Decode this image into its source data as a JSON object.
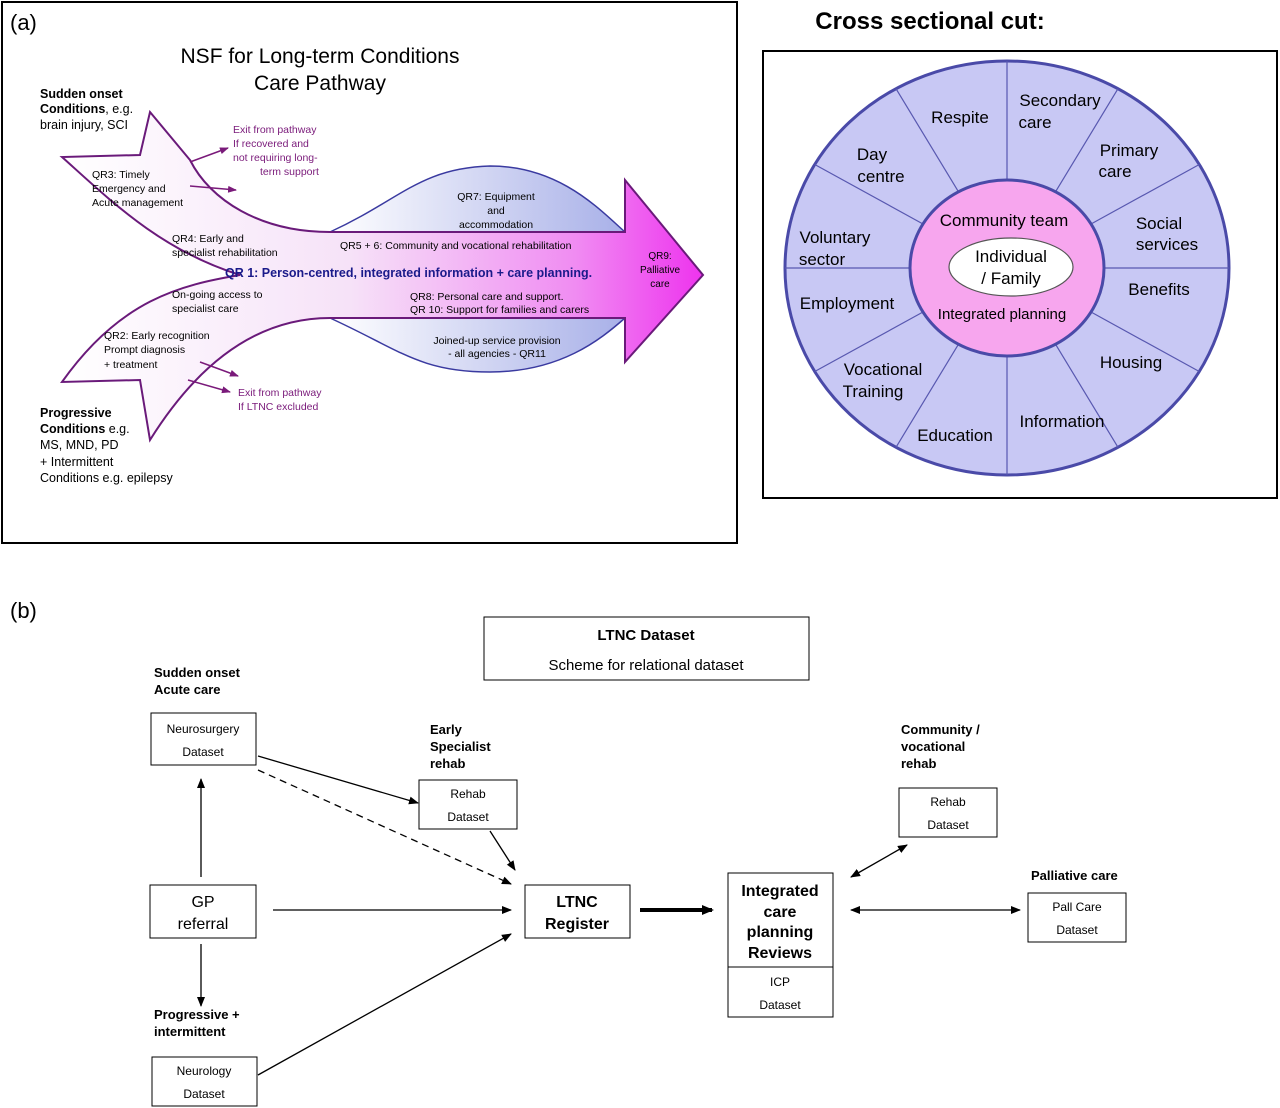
{
  "panel_a": {
    "label": "(a)",
    "title_line1": "NSF for Long-term Conditions",
    "title_line2": "Care Pathway",
    "sudden": {
      "line1": "Sudden onset",
      "line2": "Conditions",
      "line2_rest": ", e.g.",
      "line3": "brain injury, SCI"
    },
    "progressive": {
      "line1": "Progressive",
      "line2": "Conditions",
      "line2_rest": " e.g.",
      "line3": "MS, MND, PD",
      "line4": "+ Intermittent",
      "line5": "Conditions e.g. epilepsy"
    },
    "exit_top": {
      "line1": "Exit from pathway",
      "line2": "If recovered and",
      "line3": "not requiring long-",
      "line4": "term support"
    },
    "exit_bottom": {
      "line1": "Exit from pathway",
      "line2": "If LTNC excluded"
    },
    "qr3": {
      "line1": "QR3: Timely",
      "line2": "Emergency and",
      "line3": "Acute management"
    },
    "qr4": {
      "line1": "QR4: Early and",
      "line2": "specialist rehabilitation"
    },
    "ongoing": {
      "line1": "On-going access to",
      "line2": "specialist care"
    },
    "qr2": {
      "line1": "QR2:  Early recognition",
      "line2": "Prompt diagnosis",
      "line3": "+ treatment"
    },
    "qr7": {
      "line1": "QR7: Equipment",
      "line2": "and",
      "line3": "accommodation"
    },
    "qr56": "QR5 + 6: Community and vocational rehabilitation",
    "qr1": "QR 1: Person-centred, integrated information + care planning.",
    "qr8": "QR8: Personal care and support.",
    "qr10": "QR 10: Support for families and carers",
    "joined": {
      "line1": "Joined-up service provision",
      "line2": "- all agencies - QR11"
    },
    "qr9": {
      "line1": "QR9:",
      "line2": "Palliative",
      "line3": "care"
    }
  },
  "cross_section": {
    "title": "Cross sectional cut:",
    "segments": {
      "respite": "Respite",
      "secondary": {
        "line1": "Secondary",
        "line2": "care"
      },
      "primary": {
        "line1": "Primary",
        "line2": "care"
      },
      "social": {
        "line1": "Social",
        "line2": "services"
      },
      "benefits": "Benefits",
      "housing": "Housing",
      "information": "Information",
      "education": "Education",
      "vocational": {
        "line1": "Vocational",
        "line2": "Training"
      },
      "employment": "Employment",
      "voluntary": {
        "line1": "Voluntary",
        "line2": "sector"
      },
      "day": {
        "line1": "Day",
        "line2": "centre"
      }
    },
    "community_team": "Community team",
    "integrated_planning": "Integrated planning",
    "individual": {
      "line1": "Individual",
      "line2": "/ Family"
    }
  },
  "panel_b": {
    "label": "(b)",
    "title": "LTNC Dataset",
    "subtitle": "Scheme for relational dataset",
    "sudden_label": {
      "line1": "Sudden onset",
      "line2": "Acute care"
    },
    "neurosurgery": {
      "line1": "Neurosurgery",
      "line2": "Dataset"
    },
    "early_label": {
      "line1": "Early",
      "line2": "Specialist",
      "line3": "rehab"
    },
    "rehab1": {
      "line1": "Rehab",
      "line2": "Dataset"
    },
    "gp": {
      "line1": "GP",
      "line2": "referral"
    },
    "ltnc": {
      "line1": "LTNC",
      "line2": "Register"
    },
    "icp_title": {
      "line1": "Integrated",
      "line2": "care",
      "line3": "planning",
      "line4": "Reviews"
    },
    "icp_dataset": {
      "line1": "ICP",
      "line2": "Dataset"
    },
    "community_label": {
      "line1": "Community /",
      "line2": "vocational",
      "line3": "rehab"
    },
    "rehab2": {
      "line1": "Rehab",
      "line2": "Dataset"
    },
    "palliative_label": "Palliative care",
    "pall": {
      "line1": "Pall Care",
      "line2": "Dataset"
    },
    "progressive_label": {
      "line1": "Progressive +",
      "line2": "intermittent"
    },
    "neurology": {
      "line1": "Neurology",
      "line2": "Dataset"
    }
  },
  "colors": {
    "segment_fill": "#c8c8f4",
    "segment_stroke": "#5858b0",
    "pink": "#f7a6ee",
    "magenta": "#ee33ee",
    "purple_text": "#7a1a7a"
  }
}
